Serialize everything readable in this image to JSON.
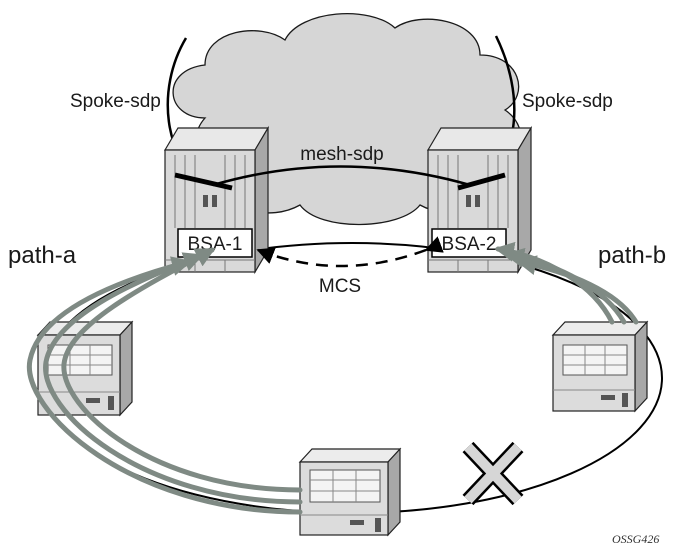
{
  "labels": {
    "spoke_left": "Spoke-sdp",
    "spoke_right": "Spoke-sdp",
    "mesh": "mesh-sdp",
    "bsa1": "BSA-1",
    "bsa2": "BSA-2",
    "mcs": "MCS",
    "path_a": "path-a",
    "path_b": "path-b",
    "figure_id": "OSSG426"
  },
  "colors": {
    "cloud_fill": "#d6d6d6",
    "router_fill": "#d9d9d9",
    "switch_fill": "#dcdcdc",
    "path_arrow": "#7f8a84",
    "line": "#000000"
  },
  "icons": {
    "failure_marker": "x-mark-icon",
    "cloud": "cloud-icon",
    "router": "router-chassis-icon",
    "switch": "switch-icon"
  }
}
